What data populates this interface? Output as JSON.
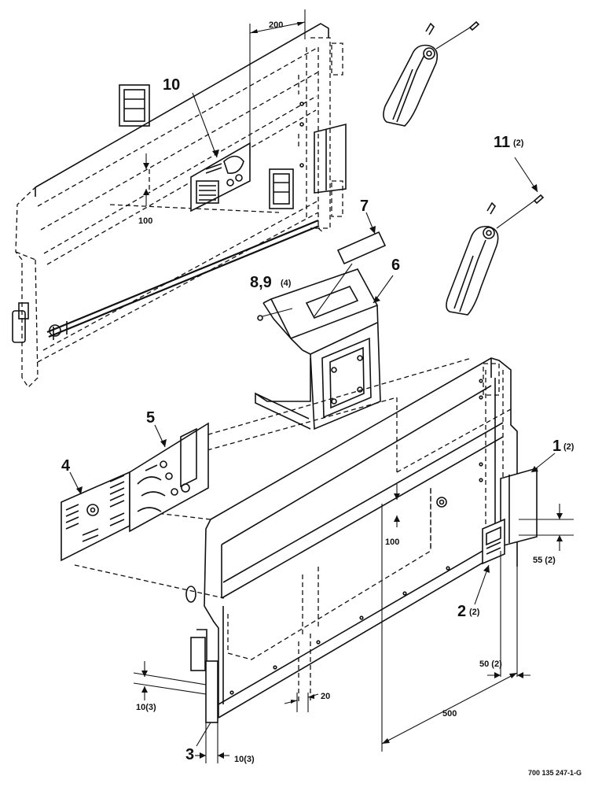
{
  "callouts": {
    "c1": "1",
    "c1_qty": "(2)",
    "c2": "2",
    "c2_qty": "(2)",
    "c3": "3",
    "c4": "4",
    "c5": "5",
    "c6": "6",
    "c7": "7",
    "c89": "8,9",
    "c89_qty": "(4)",
    "c10": "10",
    "c11": "11",
    "c11_qty": "(2)"
  },
  "dimensions": {
    "d200": "200",
    "d100_top": "100",
    "d100_bottom": "100",
    "d55": "55 (2)",
    "d50": "50 (2)",
    "d500": "500",
    "d20": "20",
    "d10_left": "10(3)",
    "d10_bottom": "10(3)"
  },
  "figure_code": "700 135 247-1-G"
}
